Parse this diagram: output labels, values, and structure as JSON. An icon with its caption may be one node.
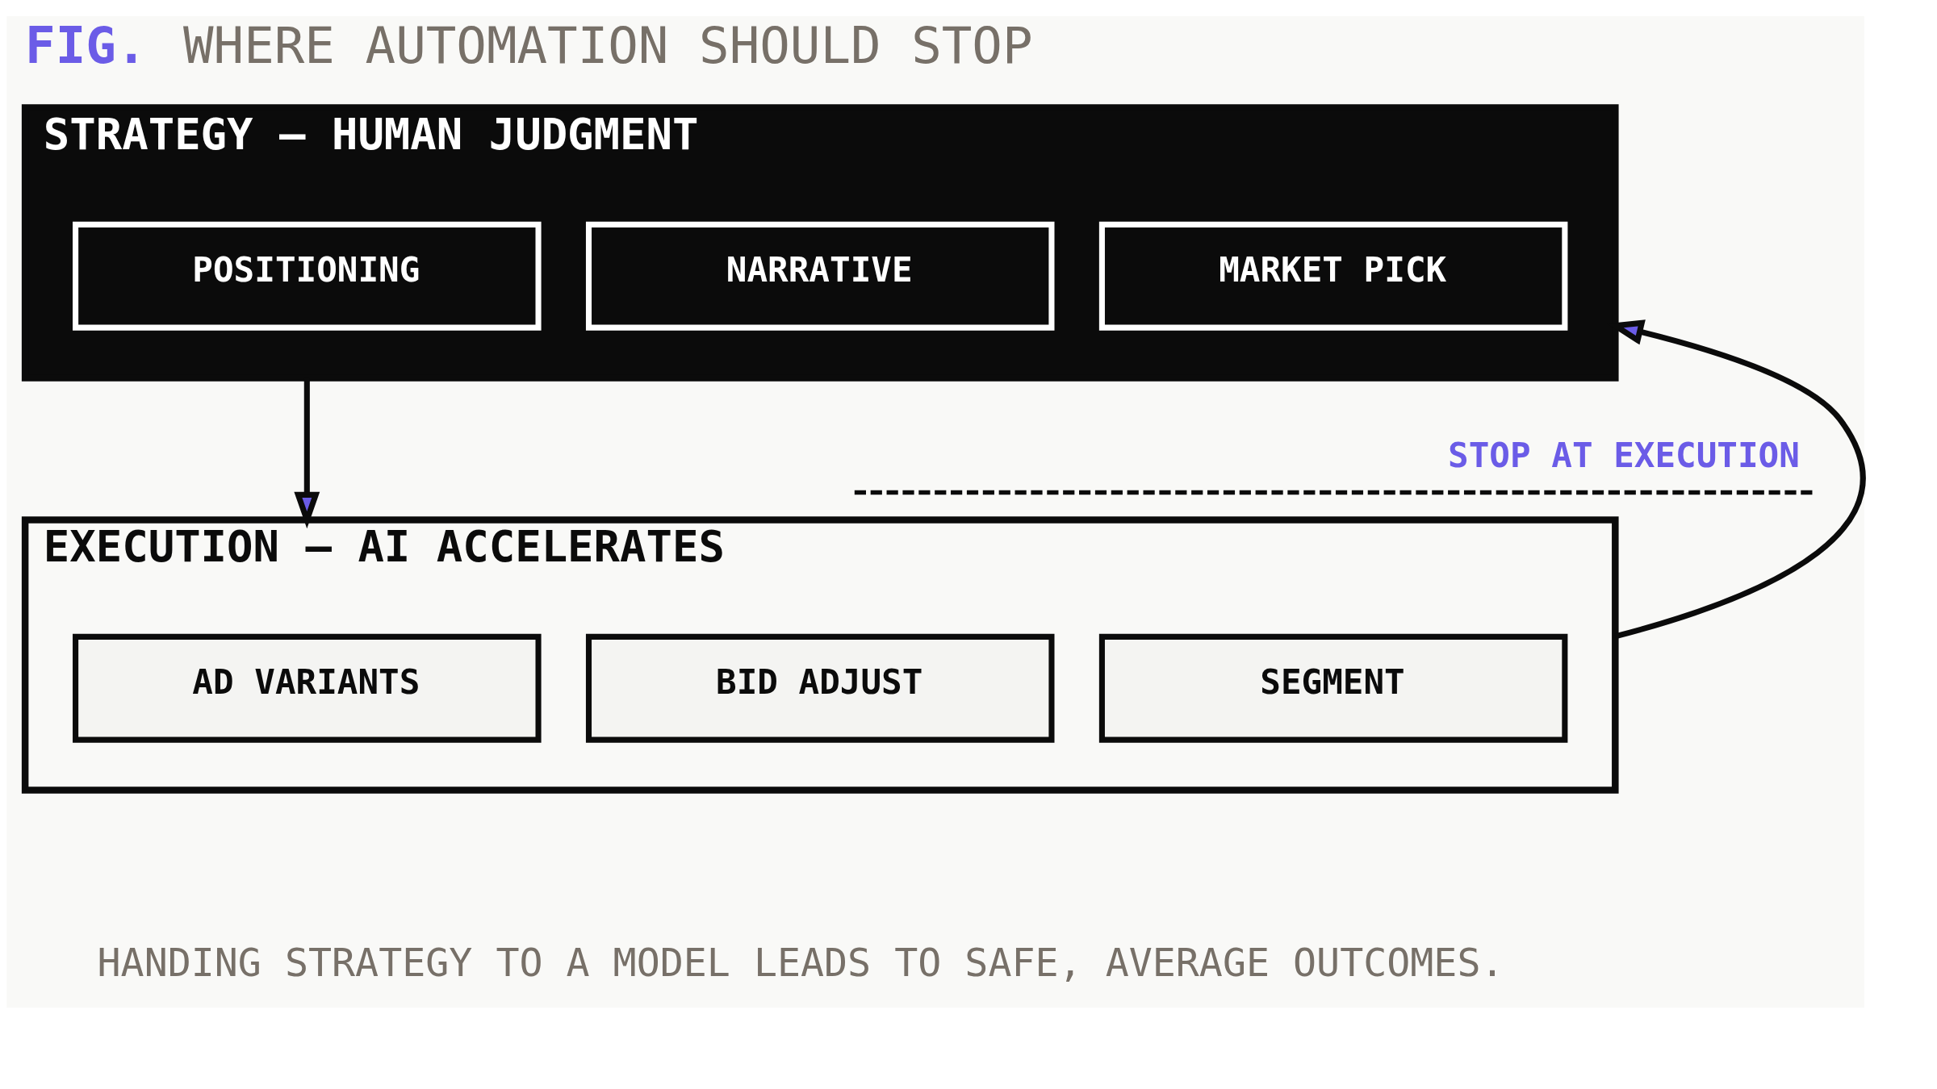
{
  "diagram": {
    "title": "FIG. WHERE AUTOMATION SHOULD STOP",
    "caption": "HANDING STRATEGY TO A MODEL LEADS TO SAFE, AVERAGE OUTCOMES.",
    "nodes": [
      {
        "text": [
          "STRATEGY — HUMAN JUDGMENT"
        ]
      },
      {
        "text": [
          "POSITIONING"
        ],
        "in": 0
      },
      {
        "text": [
          "NARRATIVE"
        ],
        "in": 0
      },
      {
        "text": [
          "MARKET PICK"
        ],
        "in": 0
      },
      {
        "text": [
          "EXECUTION — AI ACCELERATES"
        ]
      },
      {
        "text": [
          "AD VARIANTS"
        ],
        "in": 4
      },
      {
        "text": [
          "BID ADJUST"
        ],
        "in": 4
      },
      {
        "text": [
          "SEGMENT"
        ],
        "in": 4
      }
    ],
    "edges": [
      {
        "from": 0,
        "to": 4,
        "arrow": "to"
      },
      {
        "from": 4,
        "to": 0,
        "arrow": "to"
      }
    ],
    "labels": [
      "STOP AT EXECUTION"
    ]
  }
}
